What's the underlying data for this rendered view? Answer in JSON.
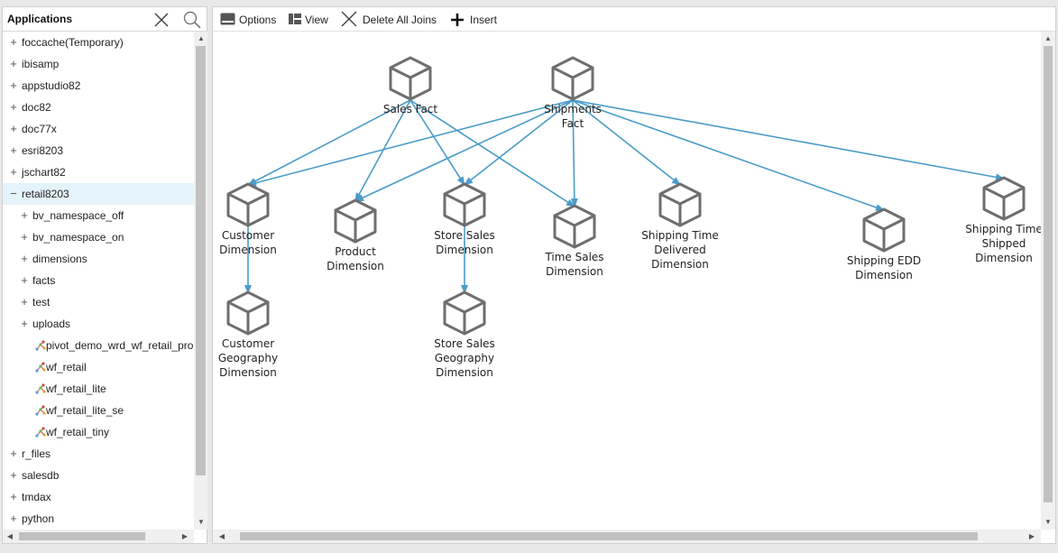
{
  "left_panel": {
    "title": "Applications",
    "tree": [
      {
        "label": "foccache(Temporary)",
        "toggle": "+",
        "level": 0,
        "kind": "folder"
      },
      {
        "label": "ibisamp",
        "toggle": "+",
        "level": 0,
        "kind": "folder"
      },
      {
        "label": "appstudio82",
        "toggle": "+",
        "level": 0,
        "kind": "folder"
      },
      {
        "label": "doc82",
        "toggle": "+",
        "level": 0,
        "kind": "folder"
      },
      {
        "label": "doc77x",
        "toggle": "+",
        "level": 0,
        "kind": "folder"
      },
      {
        "label": "esri8203",
        "toggle": "+",
        "level": 0,
        "kind": "folder"
      },
      {
        "label": "jschart82",
        "toggle": "+",
        "level": 0,
        "kind": "folder"
      },
      {
        "label": "retail8203",
        "toggle": "−",
        "level": 0,
        "kind": "folder",
        "selected": true
      },
      {
        "label": "bv_namespace_off",
        "toggle": "+",
        "level": 1,
        "kind": "folder"
      },
      {
        "label": "bv_namespace_on",
        "toggle": "+",
        "level": 1,
        "kind": "folder"
      },
      {
        "label": "dimensions",
        "toggle": "+",
        "level": 1,
        "kind": "folder"
      },
      {
        "label": "facts",
        "toggle": "+",
        "level": 1,
        "kind": "folder"
      },
      {
        "label": "test",
        "toggle": "+",
        "level": 1,
        "kind": "folder"
      },
      {
        "label": "uploads",
        "toggle": "+",
        "level": 1,
        "kind": "folder"
      },
      {
        "label": "pivot_demo_wrd_wf_retail_pro",
        "toggle": "",
        "level": 2,
        "kind": "file"
      },
      {
        "label": "wf_retail",
        "toggle": "",
        "level": 2,
        "kind": "file"
      },
      {
        "label": "wf_retail_lite",
        "toggle": "",
        "level": 2,
        "kind": "file"
      },
      {
        "label": "wf_retail_lite_se",
        "toggle": "",
        "level": 2,
        "kind": "file"
      },
      {
        "label": "wf_retail_tiny",
        "toggle": "",
        "level": 2,
        "kind": "file"
      },
      {
        "label": "r_files",
        "toggle": "+",
        "level": 0,
        "kind": "folder"
      },
      {
        "label": "salesdb",
        "toggle": "+",
        "level": 0,
        "kind": "folder"
      },
      {
        "label": "tmdax",
        "toggle": "+",
        "level": 0,
        "kind": "folder"
      },
      {
        "label": "python",
        "toggle": "+",
        "level": 0,
        "kind": "folder"
      }
    ]
  },
  "toolbar": {
    "options_label": "Options",
    "view_label": "View",
    "delete_joins_label": "Delete All Joins",
    "insert_label": "Insert"
  },
  "diagram": {
    "edge_color": "#4a9cc9",
    "node_color": "#6e6e6e",
    "nodes": [
      {
        "id": "sales_fact",
        "label": [
          "Sales Fact"
        ]
      },
      {
        "id": "shipments_fact",
        "label": [
          "Shipments",
          "Fact"
        ]
      },
      {
        "id": "customer_dim",
        "label": [
          "Customer",
          "Dimension"
        ]
      },
      {
        "id": "product_dim",
        "label": [
          "Product",
          "Dimension"
        ]
      },
      {
        "id": "store_sales_dim",
        "label": [
          "Store Sales",
          "Dimension"
        ]
      },
      {
        "id": "time_sales_dim",
        "label": [
          "Time Sales",
          "Dimension"
        ]
      },
      {
        "id": "ship_time_delivered_dim",
        "label": [
          "Shipping Time",
          "Delivered",
          "Dimension"
        ]
      },
      {
        "id": "ship_edd_dim",
        "label": [
          "Shipping EDD",
          "Dimension"
        ]
      },
      {
        "id": "ship_time_shipped_dim",
        "label": [
          "Shipping Time",
          "Shipped",
          "Dimension"
        ]
      },
      {
        "id": "customer_geo_dim",
        "label": [
          "Customer",
          "Geography",
          "Dimension"
        ]
      },
      {
        "id": "store_sales_geo_dim",
        "label": [
          "Store Sales",
          "Geography",
          "Dimension"
        ]
      }
    ],
    "edges": [
      {
        "from": "sales_fact",
        "to": "customer_dim"
      },
      {
        "from": "sales_fact",
        "to": "product_dim"
      },
      {
        "from": "sales_fact",
        "to": "store_sales_dim"
      },
      {
        "from": "sales_fact",
        "to": "time_sales_dim"
      },
      {
        "from": "shipments_fact",
        "to": "customer_dim"
      },
      {
        "from": "shipments_fact",
        "to": "product_dim"
      },
      {
        "from": "shipments_fact",
        "to": "store_sales_dim"
      },
      {
        "from": "shipments_fact",
        "to": "time_sales_dim"
      },
      {
        "from": "shipments_fact",
        "to": "ship_time_delivered_dim"
      },
      {
        "from": "shipments_fact",
        "to": "ship_edd_dim"
      },
      {
        "from": "shipments_fact",
        "to": "ship_time_shipped_dim"
      },
      {
        "from": "customer_dim",
        "to": "customer_geo_dim"
      },
      {
        "from": "store_sales_dim",
        "to": "store_sales_geo_dim"
      }
    ]
  }
}
